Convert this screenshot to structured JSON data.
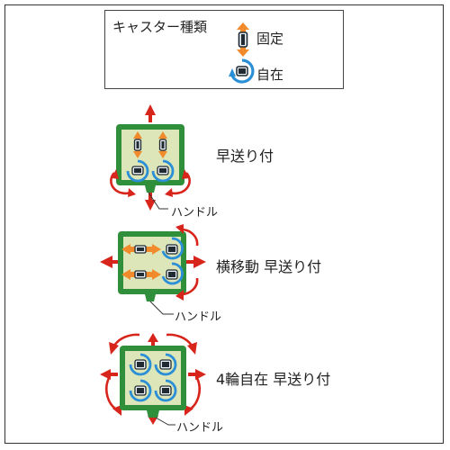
{
  "legend": {
    "title": "キャスター種類",
    "fixed_label": "固定",
    "free_label": "自在"
  },
  "modes": [
    {
      "label": "早送り付",
      "handle_label": "ハンドル"
    },
    {
      "label": "横移動 早送り付",
      "handle_label": "ハンドル"
    },
    {
      "label": "4輪自在 早送り付",
      "handle_label": "ハンドル"
    }
  ],
  "colors": {
    "frame_green": "#2f8f3a",
    "platform_fill": "#dde6b8",
    "fixed_arrow": "#f08a2b",
    "caster_ring": "#2a8fd6",
    "motion_arrow": "#d8251c",
    "wheel_dark": "#1f2a33"
  }
}
